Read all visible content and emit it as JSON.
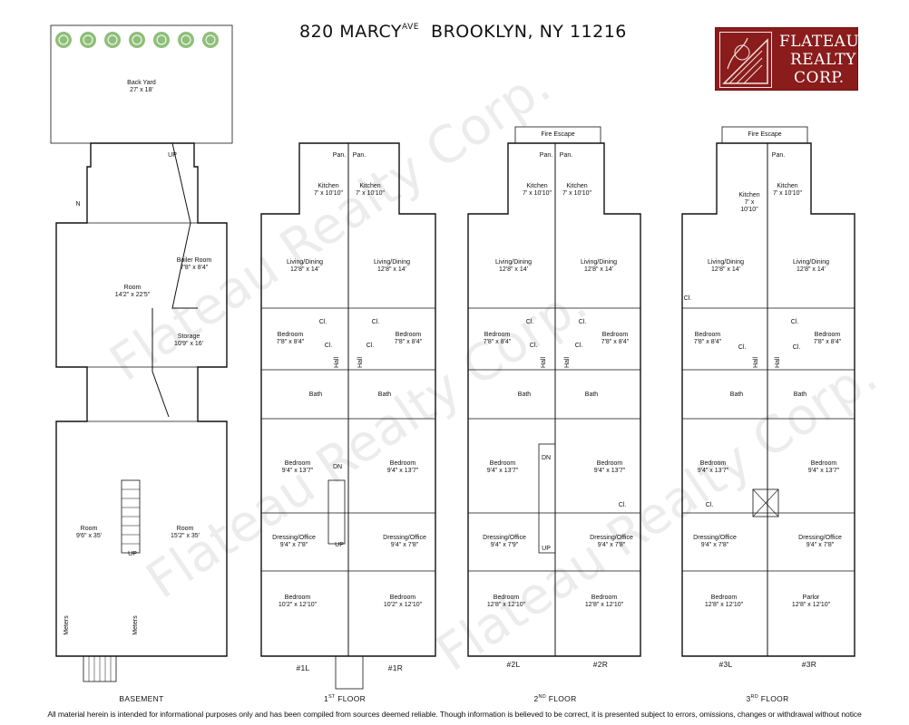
{
  "header": {
    "title_main": "820 MARCY",
    "title_sup": "AVE",
    "title_rest": "BROOKLYN, NY 11216"
  },
  "logo": {
    "line1": "FLATEAU",
    "line2": "REALTY",
    "line3": "CORP."
  },
  "watermark": "Flateau Realty Corp.",
  "disclaimer": "All material herein is intended for informational purposes only and has been compiled from sources deemed reliable. Though information is believed to be correct, it is presented subject to errors, omissions, changes or withdrawal without notice",
  "floors": [
    {
      "label": "BASEMENT"
    },
    {
      "label": "1",
      "sup": "ST",
      "rest": " FLOOR",
      "units": [
        "#1L",
        "#1R"
      ]
    },
    {
      "label": "2",
      "sup": "ND",
      "rest": " FLOOR",
      "units": [
        "#2L",
        "#2R"
      ]
    },
    {
      "label": "3",
      "sup": "RD",
      "rest": " FLOOR",
      "units": [
        "#3L",
        "#3R"
      ]
    }
  ],
  "rooms": {
    "backyard": [
      "Back Yard",
      "27' x 18'"
    ],
    "boiler": [
      "Boiler Room",
      "7'8\" x 8'4\""
    ],
    "room_a": [
      "Room",
      "14'2\" x 22'5\""
    ],
    "storage": [
      "Storage",
      "10'9\" x 16'"
    ],
    "room_b": [
      "Room",
      "9'6\" x 35'"
    ],
    "room_c": [
      "Room",
      "15'2\" x 35'"
    ],
    "meters": "Meters",
    "up": "UP",
    "dn": "DN",
    "n": "N",
    "hall": "Hall",
    "cl": "Cl.",
    "bath": "Bath",
    "pan": "Pan.",
    "fire_escape": "Fire Escape",
    "kitchen": [
      "Kitchen",
      "7' x 10'10\""
    ],
    "kitchen_stack": [
      "Kitchen",
      "7' x",
      "10'10\""
    ],
    "living": [
      "Living/Dining",
      "12'8\" x 14'"
    ],
    "bedroom_small": [
      "Bedroom",
      "7'8\" x 8'4\""
    ],
    "bedroom_mid": [
      "Bedroom",
      "9'4\" x 13'7\""
    ],
    "dressing": [
      "Dressing/Office",
      "9'4\" x 7'8\""
    ],
    "dressing_alt": [
      "Dressing/Office",
      "9'4\" x 7'9\""
    ],
    "bedroom_back_1": [
      "Bedroom",
      "10'2\" x 12'10\""
    ],
    "bedroom_back_2": [
      "Bedroom",
      "12'8\" x 12'10\""
    ],
    "parlor": [
      "Parlor",
      "12'8\" x 12'10\""
    ]
  }
}
